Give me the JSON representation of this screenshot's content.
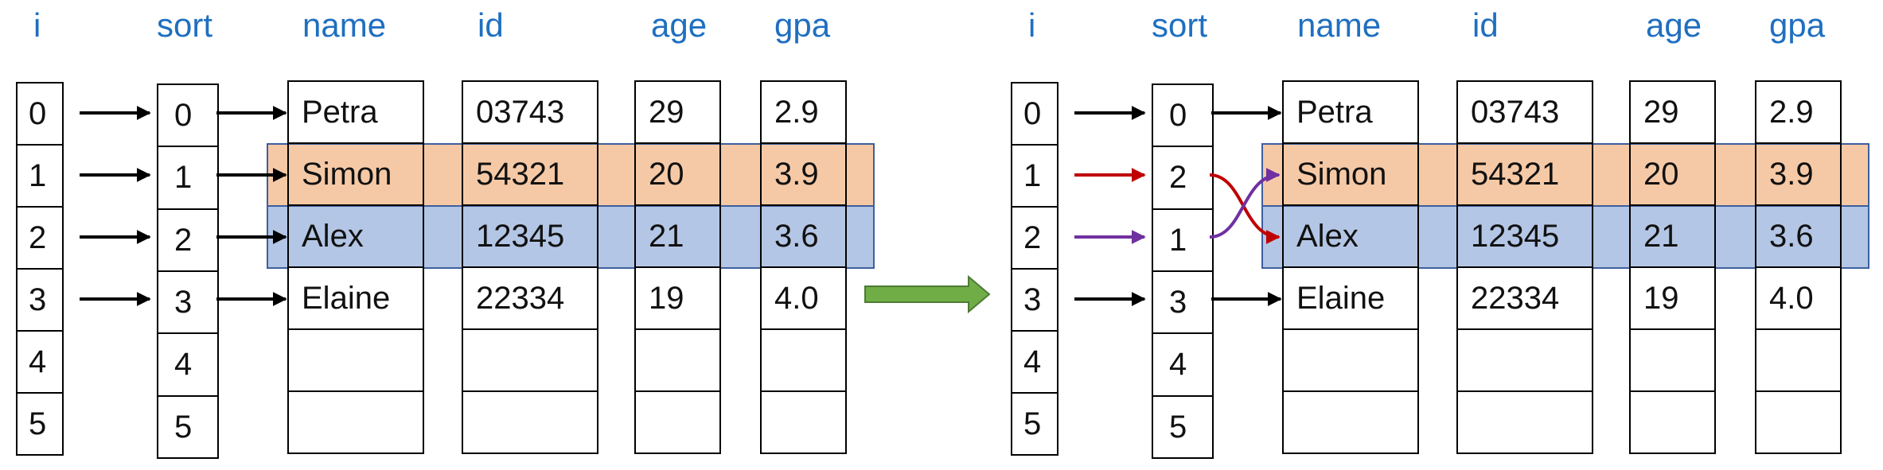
{
  "headers": {
    "i": "i",
    "sort": "sort",
    "name": "name",
    "id": "id",
    "age": "age",
    "gpa": "gpa"
  },
  "index_values": [
    "0",
    "1",
    "2",
    "3",
    "4",
    "5"
  ],
  "before": {
    "sort_values": [
      "0",
      "1",
      "2",
      "3",
      "4",
      "5"
    ],
    "arrows": [
      {
        "from": "i",
        "row": 0,
        "to_row": 0,
        "color": "black"
      },
      {
        "from": "i",
        "row": 1,
        "to_row": 1,
        "color": "black"
      },
      {
        "from": "i",
        "row": 2,
        "to_row": 2,
        "color": "black"
      },
      {
        "from": "i",
        "row": 3,
        "to_row": 3,
        "color": "black"
      },
      {
        "from": "sort",
        "row": 0,
        "to_row": 0,
        "color": "black"
      },
      {
        "from": "sort",
        "row": 1,
        "to_row": 1,
        "color": "black"
      },
      {
        "from": "sort",
        "row": 2,
        "to_row": 2,
        "color": "black"
      },
      {
        "from": "sort",
        "row": 3,
        "to_row": 3,
        "color": "black"
      }
    ]
  },
  "after": {
    "sort_values": [
      "0",
      "2",
      "1",
      "3",
      "4",
      "5"
    ],
    "arrows": [
      {
        "from": "i",
        "row": 0,
        "to_row": 0,
        "color": "black"
      },
      {
        "from": "i",
        "row": 1,
        "to_row": 1,
        "color": "red"
      },
      {
        "from": "i",
        "row": 2,
        "to_row": 2,
        "color": "purple"
      },
      {
        "from": "i",
        "row": 3,
        "to_row": 3,
        "color": "black"
      },
      {
        "from": "sort",
        "row": 0,
        "to_row": 0,
        "color": "black"
      },
      {
        "from": "sort",
        "row": 1,
        "to_row": 2,
        "color": "red"
      },
      {
        "from": "sort",
        "row": 2,
        "to_row": 1,
        "color": "purple"
      },
      {
        "from": "sort",
        "row": 3,
        "to_row": 3,
        "color": "black"
      }
    ]
  },
  "records": [
    {
      "name": "Petra",
      "id": "03743",
      "age": "29",
      "gpa": "2.9"
    },
    {
      "name": "Simon",
      "id": "54321",
      "age": "20",
      "gpa": "3.9"
    },
    {
      "name": "Alex",
      "id": "12345",
      "age": "21",
      "gpa": "3.6"
    },
    {
      "name": "Elaine",
      "id": "22334",
      "age": "19",
      "gpa": "4.0"
    },
    {
      "name": "",
      "id": "",
      "age": "",
      "gpa": ""
    },
    {
      "name": "",
      "id": "",
      "age": "",
      "gpa": ""
    }
  ],
  "highlighted_rows": [
    {
      "row": 1,
      "color": "#f6c9a6"
    },
    {
      "row": 2,
      "color": "#b4c6e5"
    }
  ],
  "colors": {
    "header_text": "#1f6fc0",
    "arrow_black": "#000000",
    "arrow_red": "#c00000",
    "arrow_purple": "#7030a0",
    "transition_arrow": "#70ad47",
    "band_border": "#3d5f9e"
  }
}
